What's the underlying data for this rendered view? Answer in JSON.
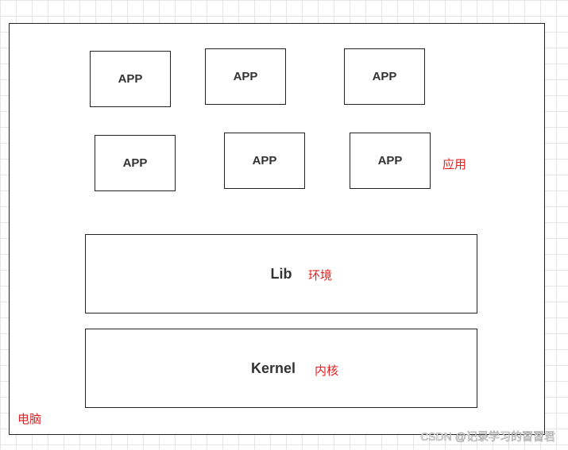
{
  "diagram": {
    "apps": [
      {
        "label": "APP"
      },
      {
        "label": "APP"
      },
      {
        "label": "APP"
      },
      {
        "label": "APP"
      },
      {
        "label": "APP"
      },
      {
        "label": "APP"
      }
    ],
    "app_note": "应用",
    "lib": {
      "label": "Lib",
      "note": "环境"
    },
    "kernel": {
      "label": "Kernel",
      "note": "内核"
    },
    "computer_note": "电脑"
  },
  "watermark": "CSDN @记录学习的習習君",
  "colors": {
    "border": "#222222",
    "annotation": "#e02020",
    "label": "#333333",
    "grid": "#e6e6e6"
  }
}
